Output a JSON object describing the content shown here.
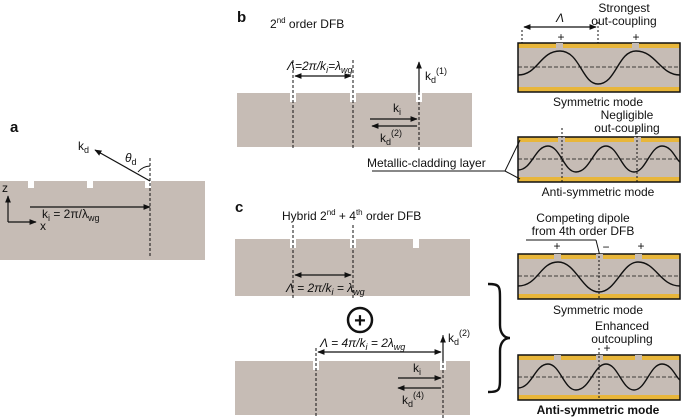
{
  "panels": {
    "a": {
      "label": "a",
      "kd": "k",
      "kd_sub": "d",
      "theta": "θ",
      "theta_sub": "d",
      "z_axis": "z",
      "x_axis": "x",
      "ki_formula_a": "k",
      "ki_formula_b": "i",
      "ki_formula_c": " = 2π/λ",
      "ki_formula_d": "wg"
    },
    "b": {
      "label": "b",
      "title_a": "2",
      "title_sup": "nd",
      "title_b": " order DFB",
      "period_a": "Λ=2π/k",
      "period_sub1": "i",
      "period_b": "=λ",
      "period_sub2": "wg",
      "kd1_main": "k",
      "kd1_sub": "d",
      "kd1_sup": "(1)",
      "ki_main": "k",
      "ki_sub": "i",
      "kd2_main": "k",
      "kd2_sub": "d",
      "kd2_sup": "(2)"
    },
    "c": {
      "label": "c",
      "title_a": "Hybrid 2",
      "title_sup1": "nd",
      "title_b": " + 4",
      "title_sup2": "th",
      "title_c": " order DFB",
      "period1_a": "Λ = 2π/k",
      "period1_sub1": "i",
      "period1_b": " = λ",
      "period1_sub2": "wg",
      "period2_a": "Λ = 4π/k",
      "period2_sub1": "i",
      "period2_b": " = 2λ",
      "period2_sub2": "wg",
      "plus_symbol": "+",
      "kd2_main": "k",
      "kd2_sub": "d",
      "kd2_sup": "(2)",
      "ki_main": "k",
      "ki_sub": "i",
      "kd4_main": "k",
      "kd4_sub": "d",
      "kd4_sup": "(4)"
    }
  },
  "modes": {
    "lambda_label": "Λ",
    "strongest_line1": "Strongest",
    "strongest_line2": "out-coupling",
    "symmetric_b": "Symmetric mode",
    "negligible_line1": "Negligible",
    "negligible_line2": "out-coupling",
    "metallic": "Metallic-cladding layer",
    "antisymmetric_b": "Anti-symmetric mode",
    "competing_line1": "Competing dipole",
    "competing_line2": "from 4th order DFB",
    "symmetric_c": "Symmetric mode",
    "enhanced_line1": "Enhanced",
    "enhanced_line2": "outcoupling",
    "antisymmetric_c": "Anti-symmetric mode",
    "plus": "+",
    "minus": "−"
  },
  "colors": {
    "substrate": "#c6bcb5",
    "metal": "#e8b63a",
    "line": "#111111"
  }
}
